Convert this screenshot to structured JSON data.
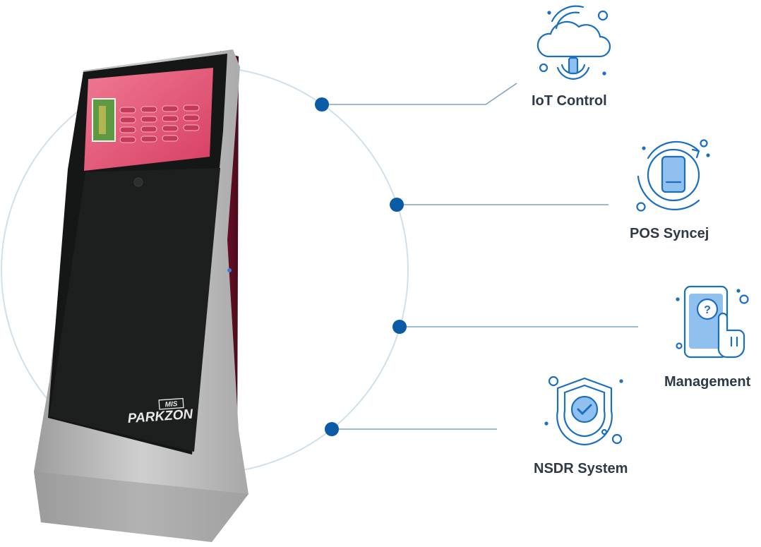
{
  "colors": {
    "accent": "#0b5aa6",
    "connector": "#7fa3c4",
    "orbit": "#cfe0ea",
    "icon_stroke": "#1b6fc2",
    "icon_fill": "#8fc0ee",
    "label": "#2e3a48",
    "kiosk_frame": "#b8b8b8",
    "kiosk_screen": "#e0506e",
    "kiosk_panel": "#1d1f1f"
  },
  "kiosk": {
    "brand": "PARKZON",
    "brand_badge": "MIS"
  },
  "features": [
    {
      "label": "IoT Control",
      "icon": "cloud-iot-icon"
    },
    {
      "label": "POS Syncej",
      "icon": "pos-sync-icon"
    },
    {
      "label": "Management",
      "icon": "mobile-management-icon"
    },
    {
      "label": "NSDR System",
      "icon": "security-shield-icon"
    }
  ]
}
